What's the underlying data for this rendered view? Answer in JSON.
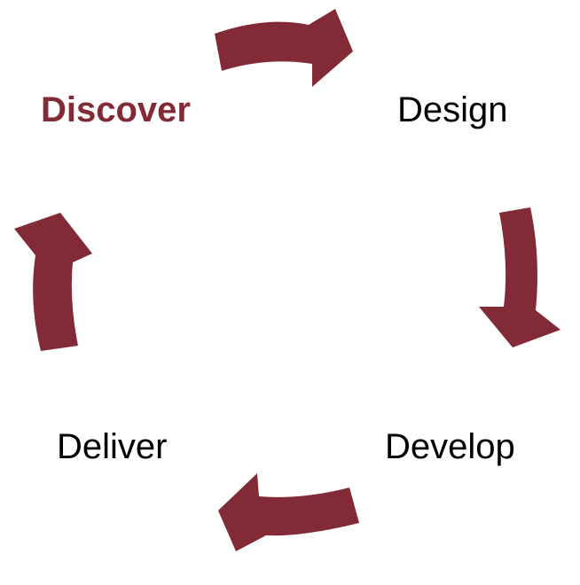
{
  "colors": {
    "accent": "#822a35",
    "text": "#000000"
  },
  "stages": [
    {
      "id": "discover",
      "label": "Discover",
      "highlighted": true
    },
    {
      "id": "design",
      "label": "Design",
      "highlighted": false
    },
    {
      "id": "develop",
      "label": "Develop",
      "highlighted": false
    },
    {
      "id": "deliver",
      "label": "Deliver",
      "highlighted": false
    }
  ],
  "arrows": [
    {
      "from": "discover",
      "to": "design",
      "icon": "curved-arrow-icon"
    },
    {
      "from": "design",
      "to": "develop",
      "icon": "curved-arrow-icon"
    },
    {
      "from": "develop",
      "to": "deliver",
      "icon": "curved-arrow-icon"
    },
    {
      "from": "deliver",
      "to": "discover",
      "icon": "curved-arrow-icon"
    }
  ]
}
